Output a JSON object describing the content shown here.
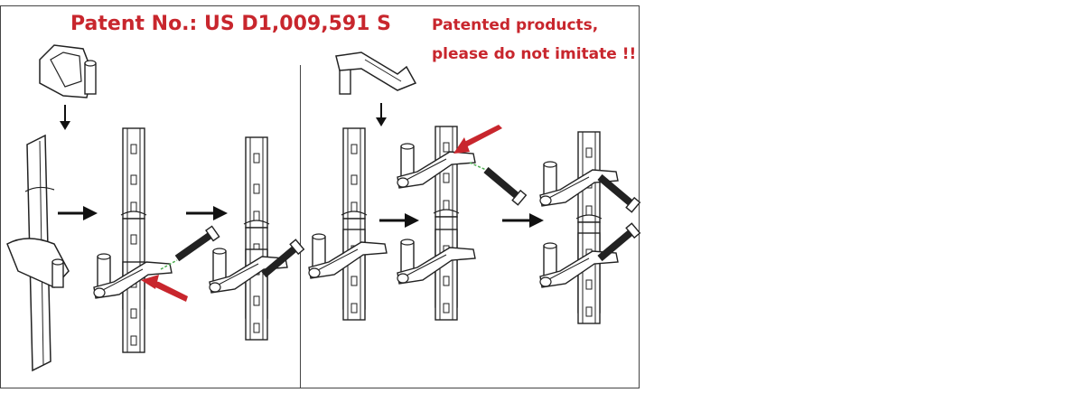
{
  "header": {
    "patent_text": "Patent No.: US D1,009,591 S",
    "warning_line1": "Patented products,",
    "warning_line2": "please do not imitate !!"
  },
  "colors": {
    "accent_red": "#c8262d",
    "line": "#222222",
    "green_guide": "#4caf50"
  },
  "icons": [
    "down-arrow-icon",
    "right-arrow-icon",
    "red-pointer-arrow-icon",
    "hinge-bracket-icon",
    "bolt-icon",
    "fence-post-icon"
  ]
}
